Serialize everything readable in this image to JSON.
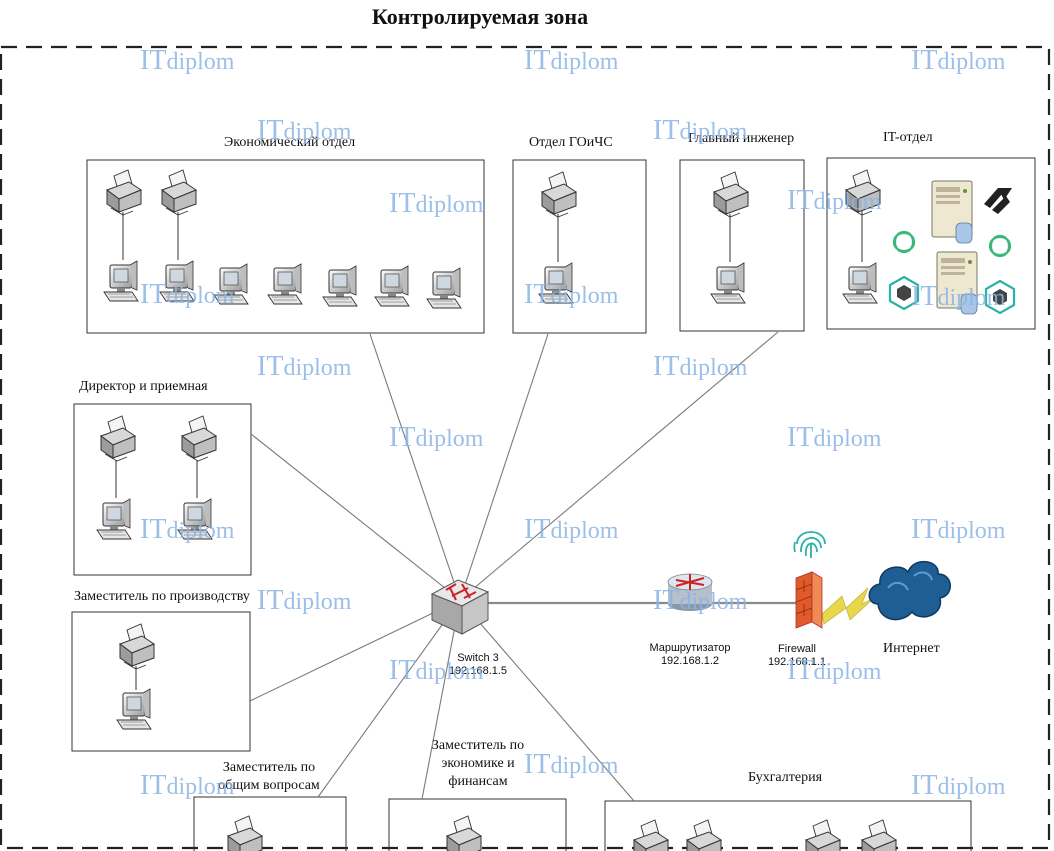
{
  "header": {
    "title": "Контролируемая зона"
  },
  "departments": {
    "econ": "Экономический отдел",
    "gochs": "Отдел ГОиЧС",
    "chief": "Главный инженер",
    "it": "IT-отдел",
    "director": "Директор и приемная",
    "deputy_prod": "Заместитель по производству",
    "deputy_general": "Заместитель по общим вопросам",
    "deputy_econ": "Заместитель по экономике и финансам",
    "accounting": "Бухгалтерия"
  },
  "network": {
    "switch_name": "Switch 3",
    "switch_ip": "192.168.1.5",
    "router_name": "Маршрутизатор",
    "router_ip": "192.168.1.2",
    "firewall_name": "Firewall",
    "firewall_ip": "192.168.1.1",
    "internet": "Интернет"
  },
  "watermark": {
    "it": "IT",
    "diplom": "diplom"
  },
  "colors": {
    "watermark": "#8ab4e6",
    "router": "#b6c0cc",
    "firewall": "#e05a2a",
    "cloud": "#1f5e94",
    "lightning": "#e6d84a",
    "teal": "#2ab3a4"
  }
}
